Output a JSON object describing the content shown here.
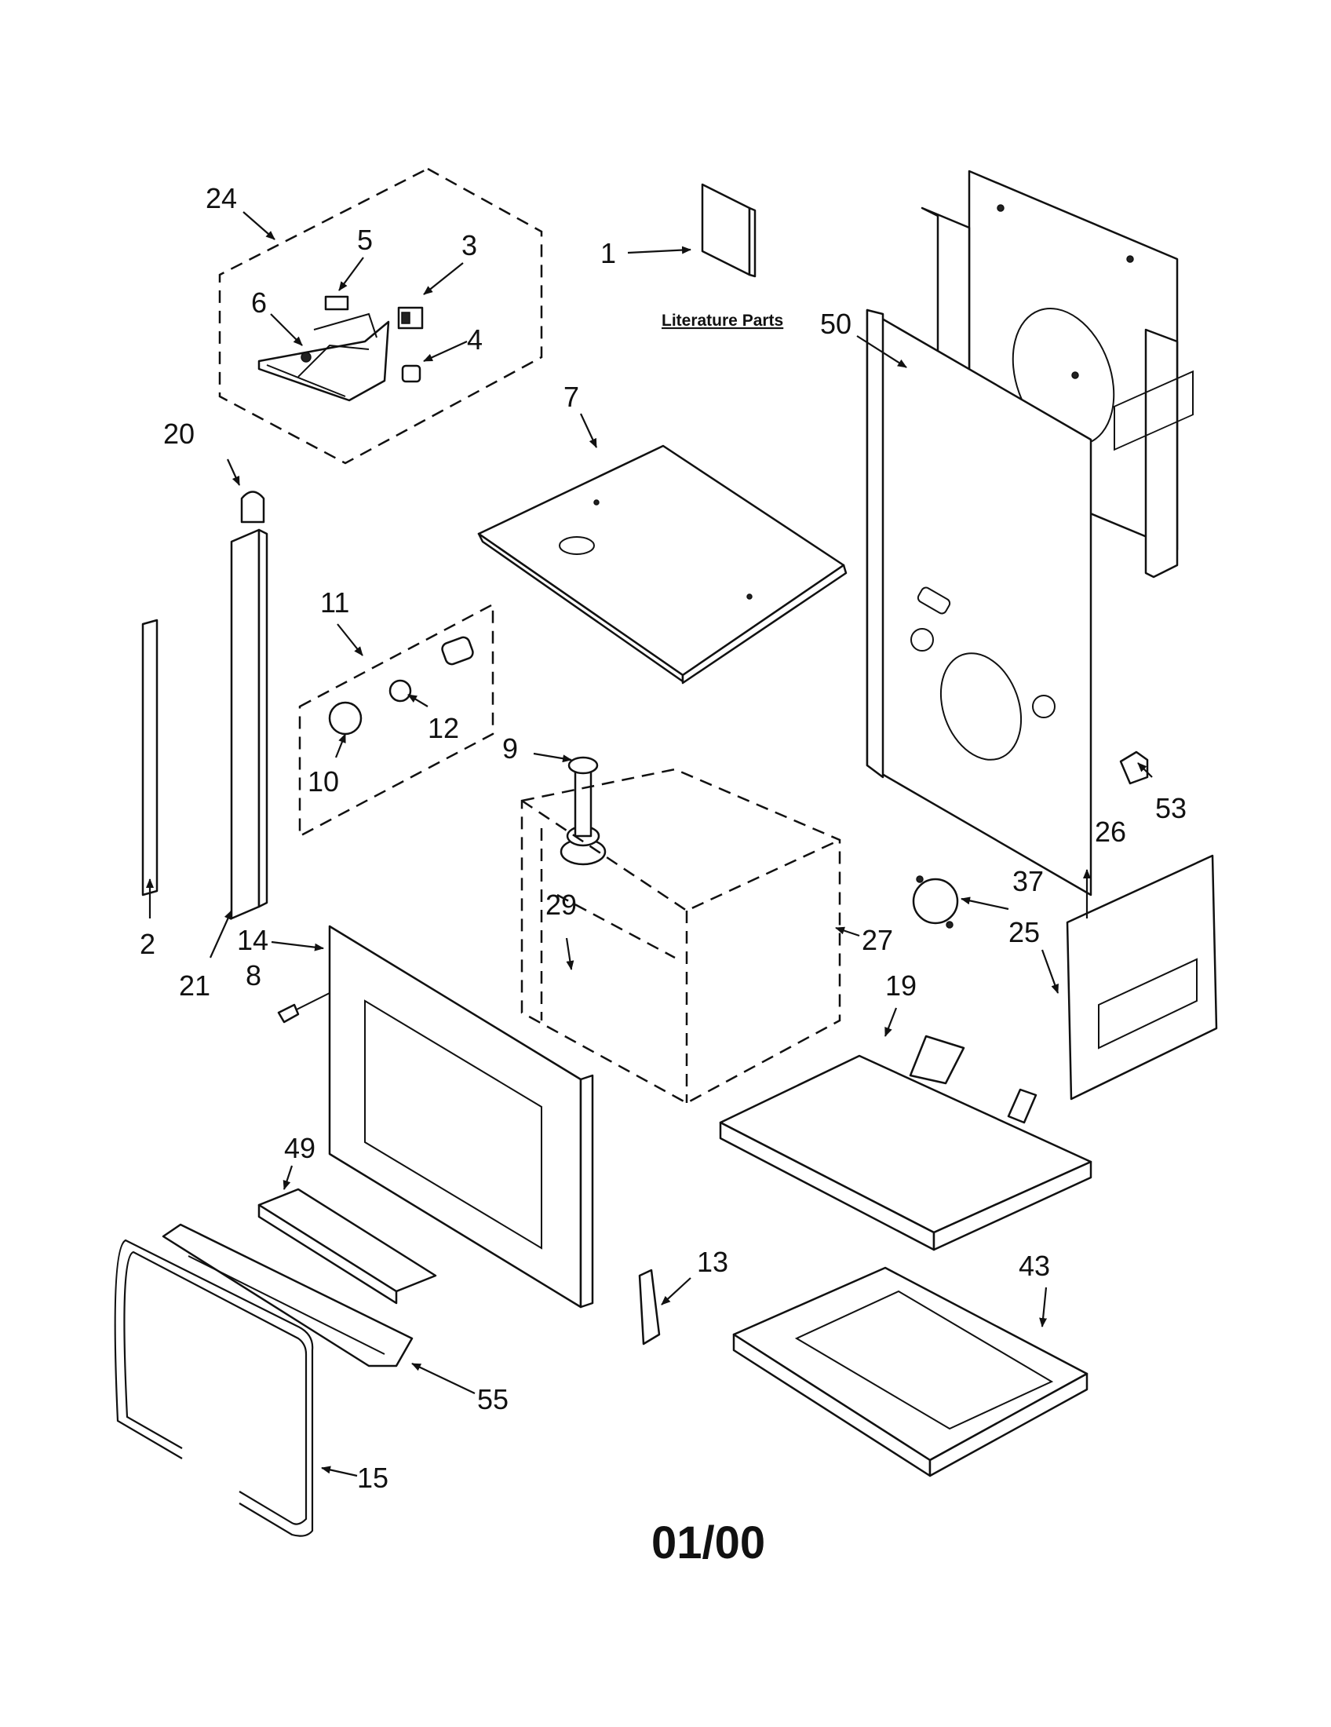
{
  "labels": {
    "p1": "1",
    "p2": "2",
    "p3": "3",
    "p4": "4",
    "p5": "5",
    "p6": "6",
    "p7": "7",
    "p8": "8",
    "p9": "9",
    "p10": "10",
    "p11": "11",
    "p12": "12",
    "p13": "13",
    "p14": "14",
    "p15": "15",
    "p19": "19",
    "p20": "20",
    "p21": "21",
    "p24": "24",
    "p25": "25",
    "p26": "26",
    "p27": "27",
    "p29": "29",
    "p37": "37",
    "p43": "43",
    "p49": "49",
    "p50": "50",
    "p53": "53",
    "p55": "55"
  },
  "literature_parts": "Literature Parts",
  "date_code": "01/00"
}
